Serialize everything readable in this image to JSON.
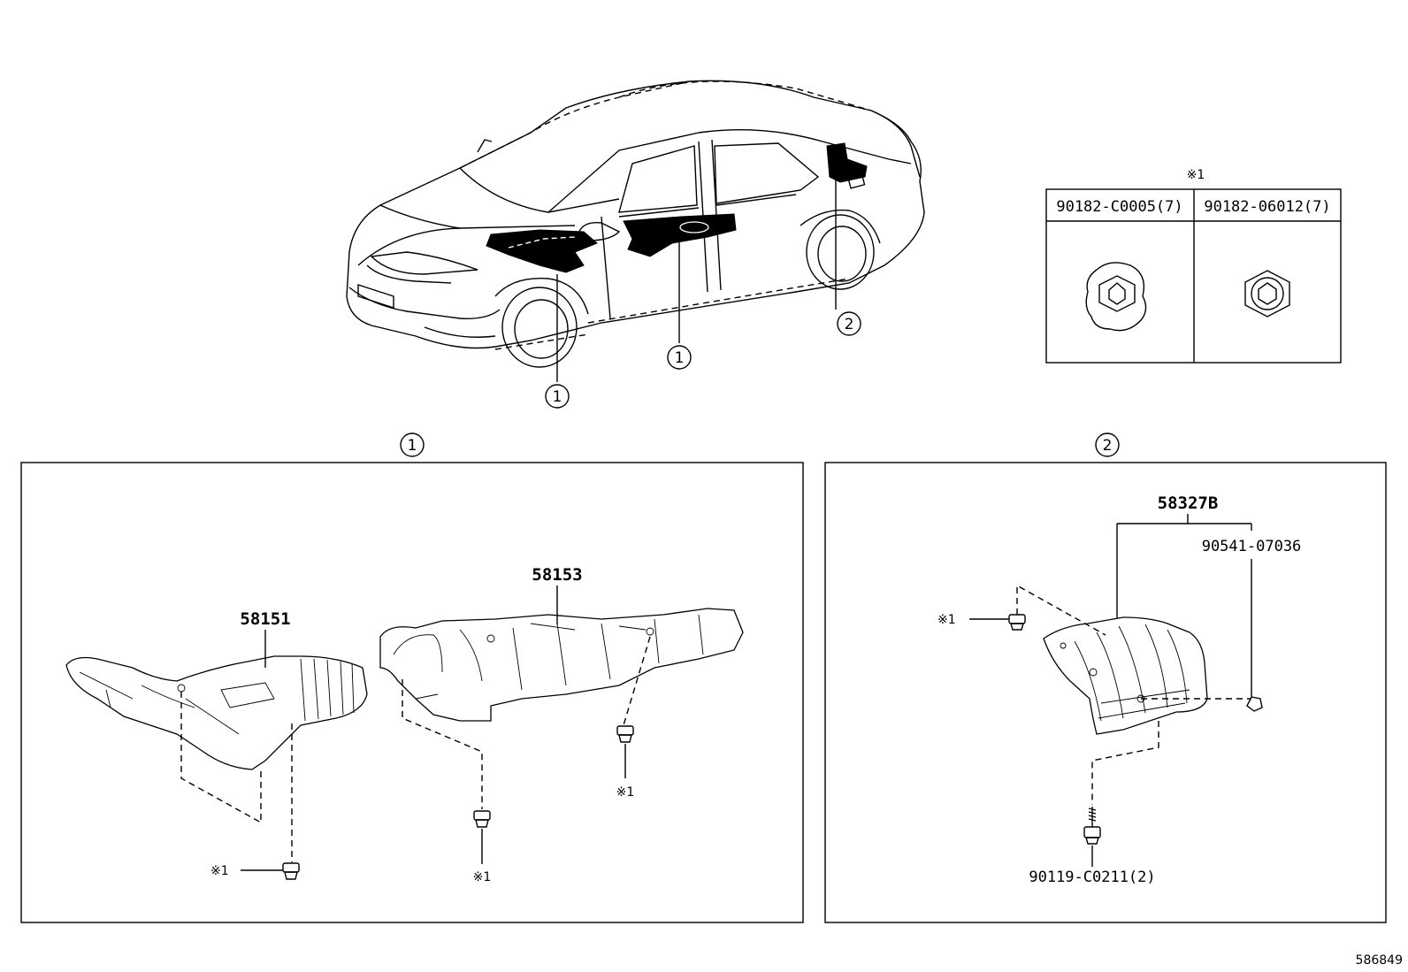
{
  "car_callouts": {
    "callout_1_front": "1",
    "callout_1_mid": "1",
    "callout_2_rear": "2"
  },
  "fastener_table": {
    "note_mark": "※1",
    "col1_part": "90182-C0005(7)",
    "col2_part": "90182-06012(7)"
  },
  "panel_1": {
    "title": "1",
    "part_58151": "58151",
    "part_58153": "58153",
    "note_a": "※1",
    "note_b": "※1",
    "note_c": "※1"
  },
  "panel_2": {
    "title": "2",
    "part_58327B": "58327B",
    "part_90541": "90541-07036",
    "part_90119": "90119-C0211(2)",
    "note_a": "※1"
  },
  "diagram_id": "586849"
}
